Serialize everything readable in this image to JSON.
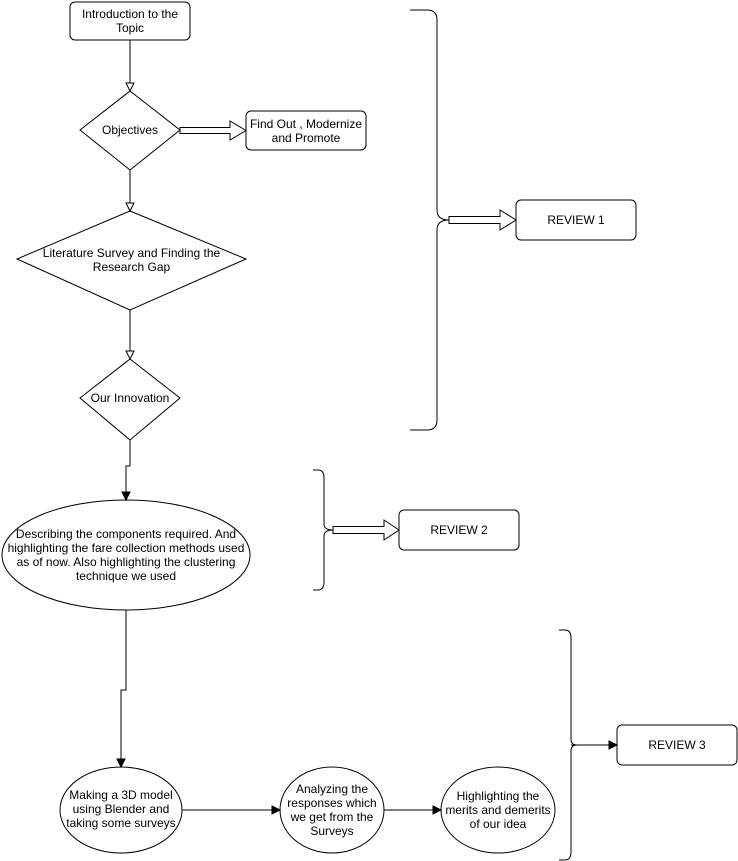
{
  "nodes": {
    "intro": "Introduction to the\nTopic",
    "objectives": "Objectives",
    "find_out": "Find Out , Modernize\nand Promote",
    "literature": "Literature Survey and Finding the\nResearch Gap",
    "innovation": "Our Innovation",
    "describing": "Describing the components required. And\nhighlighting the fare collection methods used\nas of now. Also highlighting the clustering\ntechnique we used",
    "model": "Making a 3D model\nusing Blender and\ntaking some surveys",
    "analyzing": "Analyzing the\nresponses which\nwe get from the\nSurveys",
    "merits": "Highlighting the\nmerits and demerits\nof our idea"
  },
  "reviews": {
    "review1": "REVIEW 1",
    "review2": "REVIEW 2",
    "review3": "REVIEW 3"
  }
}
